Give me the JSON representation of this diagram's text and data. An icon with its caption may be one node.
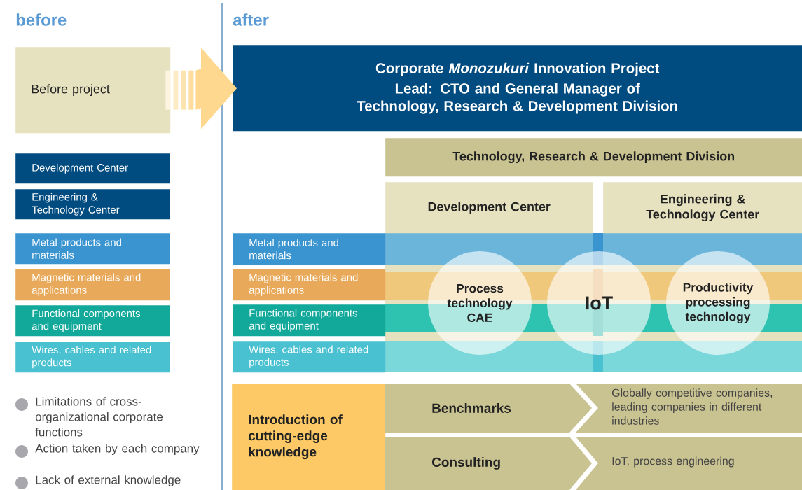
{
  "diagram": {
    "nodes": [
      {
        "text": [
          "Before project"
        ]
      },
      {
        "text": [
          "Corporate *Monozukuri* Innovation Project",
          "Lead: CTO and General Manager of Technology, Research & Development Division"
        ]
      },
      {
        "text": [
          "Development Center"
        ]
      },
      {
        "text": [
          "Engineering & Technology Center"
        ]
      },
      {
        "text": [
          "Metal products and materials"
        ]
      },
      {
        "text": [
          "Magnetic materials and applications"
        ]
      },
      {
        "text": [
          "Functional components and equipment"
        ]
      },
      {
        "text": [
          "Wires, cables and related products"
        ]
      },
      {
        "text": [
          "Technology, Research & Development Division"
        ]
      },
      {
        "text": [
          "Development Center"
        ]
      },
      {
        "text": [
          "Engineering & Technology Center"
        ]
      },
      {
        "text": [
          "Metal products and materials"
        ]
      },
      {
        "text": [
          "Magnetic materials and applications"
        ]
      },
      {
        "text": [
          "Functional components and equipment"
        ]
      },
      {
        "text": [
          "Wires, cables and related products"
        ]
      },
      {
        "text": [
          "Process technology CAE"
        ]
      },
      {
        "text": [
          "IoT"
        ]
      },
      {
        "text": [
          "Productivity processing technology"
        ]
      },
      {
        "text": [
          "Introduction of cutting-edge knowledge"
        ]
      },
      {
        "text": [
          "Benchmarks"
        ]
      },
      {
        "text": [
          "Globally competitive companies, leading companies in different industries"
        ]
      },
      {
        "text": [
          "Consulting"
        ]
      },
      {
        "text": [
          "IoT, process engineering"
        ]
      }
    ],
    "edges": [
      {
        "from": 0,
        "to": 1,
        "arrow": "to"
      }
    ],
    "labels": [
      "before",
      "after",
      "Limitations of cross-organizational corporate functions",
      "Action taken by each company",
      "Lack of external knowledge"
    ]
  }
}
